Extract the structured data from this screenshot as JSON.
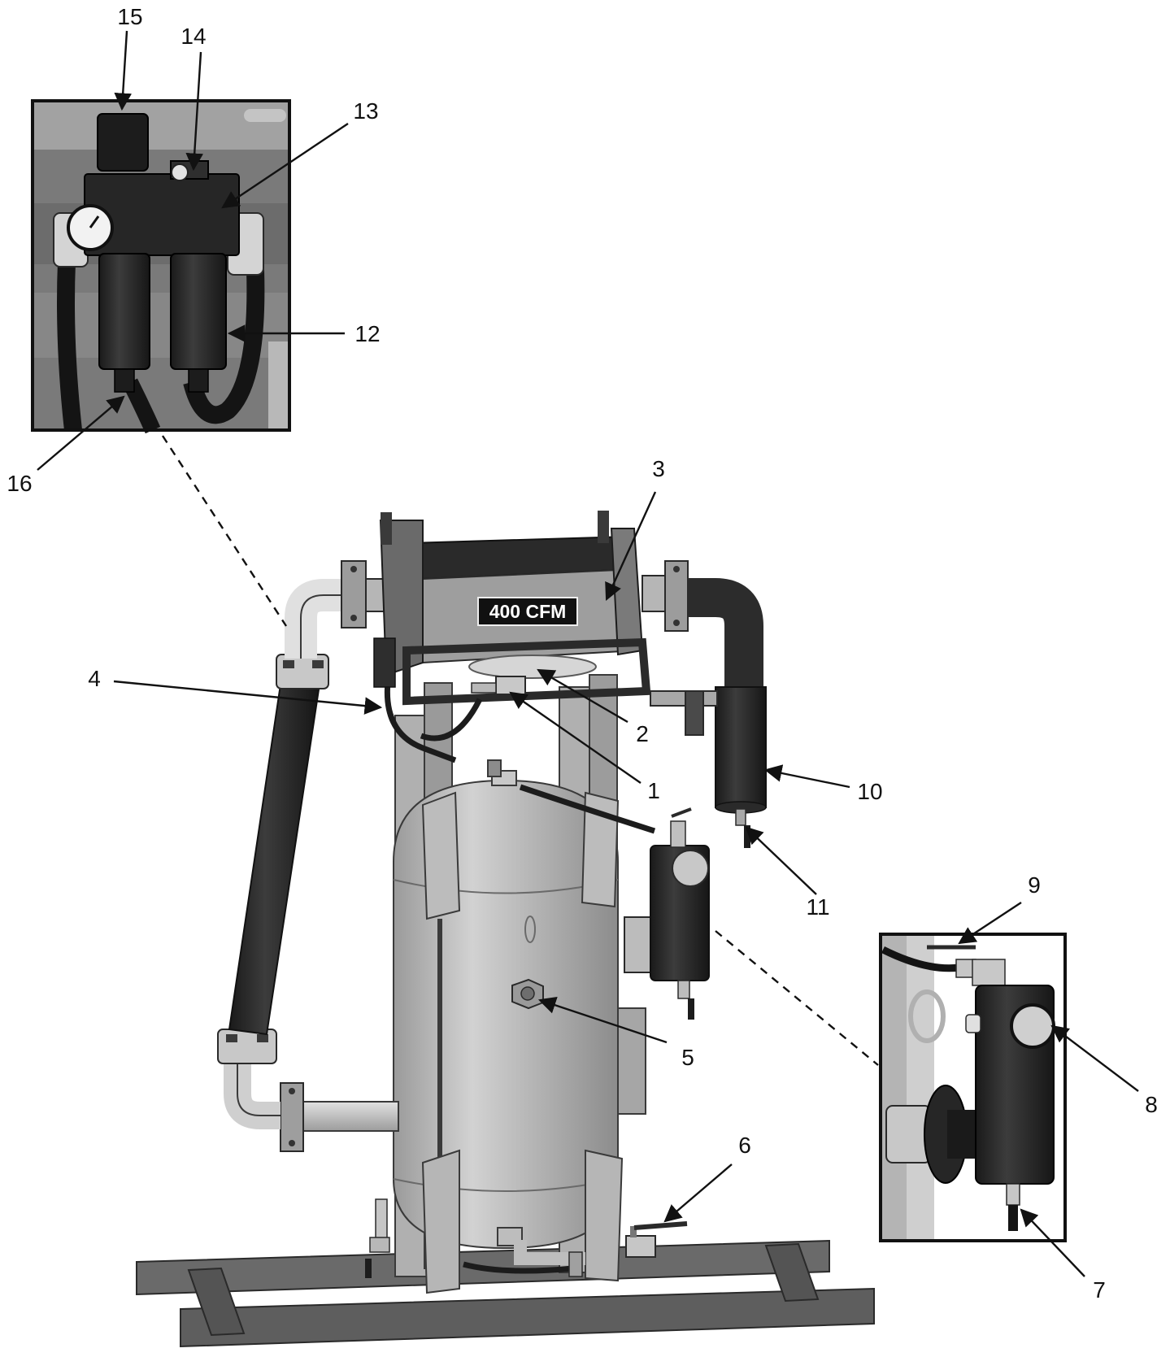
{
  "nameplate": {
    "text": "400 CFM"
  },
  "callouts": [
    {
      "id": "1",
      "label": "1"
    },
    {
      "id": "2",
      "label": "2"
    },
    {
      "id": "3",
      "label": "3"
    },
    {
      "id": "4",
      "label": "4"
    },
    {
      "id": "5",
      "label": "5"
    },
    {
      "id": "6",
      "label": "6"
    },
    {
      "id": "7",
      "label": "7"
    },
    {
      "id": "8",
      "label": "8"
    },
    {
      "id": "9",
      "label": "9"
    },
    {
      "id": "10",
      "label": "10"
    },
    {
      "id": "11",
      "label": "11"
    },
    {
      "id": "12",
      "label": "12"
    },
    {
      "id": "13",
      "label": "13"
    },
    {
      "id": "14",
      "label": "14"
    },
    {
      "id": "15",
      "label": "15"
    },
    {
      "id": "16",
      "label": "16"
    }
  ],
  "colors": {
    "tank": "#b4b4b4",
    "frame": "#a8a8a8",
    "skid": "#5c5c5c",
    "hose": "#1e1e1e",
    "dark_part": "#2a2a2a",
    "inset_bg": "#7a7a7a",
    "line": "#111111"
  }
}
